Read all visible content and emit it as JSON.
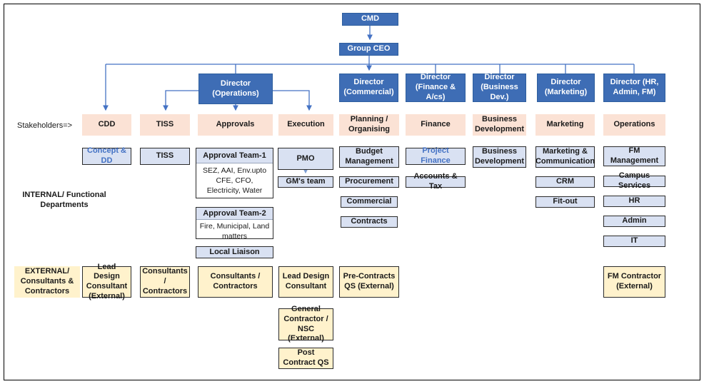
{
  "colors": {
    "dark_blue": "#3e6db5",
    "connector_blue": "#4472c4",
    "light_connector_blue": "#7f9fd4",
    "peach": "#fbe2d5",
    "light_blue": "#d9e1f2",
    "yellow": "#fff2cc",
    "blue_text": "#4472c4"
  },
  "top_nodes": {
    "cmd": "CMD",
    "group_ceo": "Group CEO"
  },
  "directors": [
    {
      "label": "Director (Operations)"
    },
    {
      "label": "Director (Commercial)"
    },
    {
      "label": "Director (Finance & A/cs)"
    },
    {
      "label": "Director (Business Dev.)"
    },
    {
      "label": "Director (Marketing)"
    },
    {
      "label": "Director (HR, Admin, FM)"
    }
  ],
  "row_labels": {
    "stakeholders": "Stakeholders=>",
    "internal": "INTERNAL/ Functional Departments",
    "external": "EXTERNAL/ Consultants & Contractors"
  },
  "stakeholders": [
    "CDD",
    "TISS",
    "Approvals",
    "Execution",
    "Planning / Organising",
    "Finance",
    "Business Development",
    "Marketing",
    "Operations"
  ],
  "internal": {
    "concept_dd": "Concept & DD",
    "tiss": "TISS",
    "approval_team1": {
      "title": "Approval Team-1",
      "body": "SEZ, AAI, Env.upto CFE, CFO, Electricity, Water"
    },
    "approval_team2": {
      "title": "Approval Team-2",
      "body": "Fire, Municipal, Land matters"
    },
    "local_liaison": "Local Liaison",
    "pmo": "PMO",
    "gms_team": "GM's team",
    "budget_management": "Budget Management",
    "procurement": "Procurement",
    "commercial": "Commercial",
    "contracts": "Contracts",
    "project_finance": "Project Finance",
    "accounts_tax": "Accounts & Tax",
    "business_development": "Business Development",
    "marketing_communication": "Marketing & Communication",
    "crm": "CRM",
    "fit_out": "Fit-out",
    "fm_management": "FM Management",
    "campus_services": "Campus Services",
    "hr": "HR",
    "admin": "Admin",
    "it": "IT"
  },
  "external": {
    "lead_design_consultant_external": "Lead Design Consultant (External)",
    "consultants_contractors_1": "Consultants / Contractors",
    "consultants_contractors_2": "Consultants / Contractors",
    "lead_design_consultant": "Lead Design Consultant",
    "pre_contracts_qs": "Pre-Contracts QS (External)",
    "general_contractor_nsc": "General Contractor / NSC (External)",
    "post_contract_qs": "Post Contract QS",
    "fm_contractor": "FM Contractor (External)"
  }
}
